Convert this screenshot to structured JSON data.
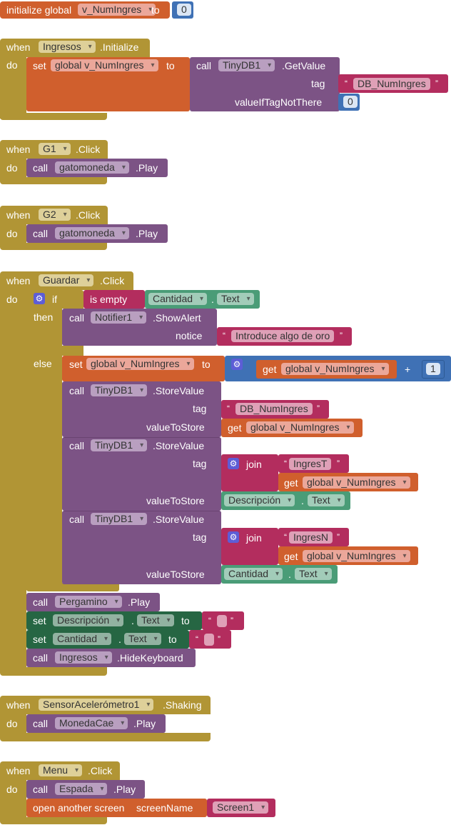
{
  "global_init": {
    "initialize": "initialize global",
    "var": "v_NumIngres",
    "to": "to",
    "value": "0"
  },
  "kw": {
    "when": "when",
    "do": "do",
    "set": "set",
    "to": "to",
    "call": "call",
    "get": "get",
    "if": "if",
    "then": "then",
    "else": "else",
    "join": "join",
    "open": "open another screen",
    "screenName": "screenName",
    "isempty": "is empty",
    "plus": "+",
    "dot": ".",
    "lq": "“",
    "rq": "”"
  },
  "prop": {
    "text": "Text",
    "initialize": ".Initialize",
    "click": ".Click",
    "shaking": ".Shaking",
    "play": ".Play",
    "getvalue": ".GetValue",
    "storevalue": ".StoreValue",
    "showalert": ".ShowAlert",
    "hidekeyboard": ".HideKeyboard",
    "tag": "tag",
    "valueIfTagNotThere": "valueIfTagNotThere",
    "valueToStore": "valueToStore",
    "notice": "notice"
  },
  "comp": {
    "ingresos": "Ingresos",
    "tinydb": "TinyDB1",
    "g1": "G1",
    "g2": "G2",
    "gatomoneda": "gatomoneda",
    "guardar": "Guardar",
    "cantidad": "Cantidad",
    "notifier": "Notifier1",
    "descripcion": "Descripción",
    "pergamino": "Pergamino",
    "sensor": "SensorAcelerómetro1",
    "monedacae": "MonedaCae",
    "menu": "Menu",
    "espada": "Espada"
  },
  "vals": {
    "globalVar": "global v_NumIngres",
    "dbTag": "DB_NumIngres",
    "zero": "0",
    "one": "1",
    "notice": "Introduce algo de oro",
    "ingresT": "IngresT",
    "ingresN": "IngresN",
    "screen1": "Screen1"
  }
}
